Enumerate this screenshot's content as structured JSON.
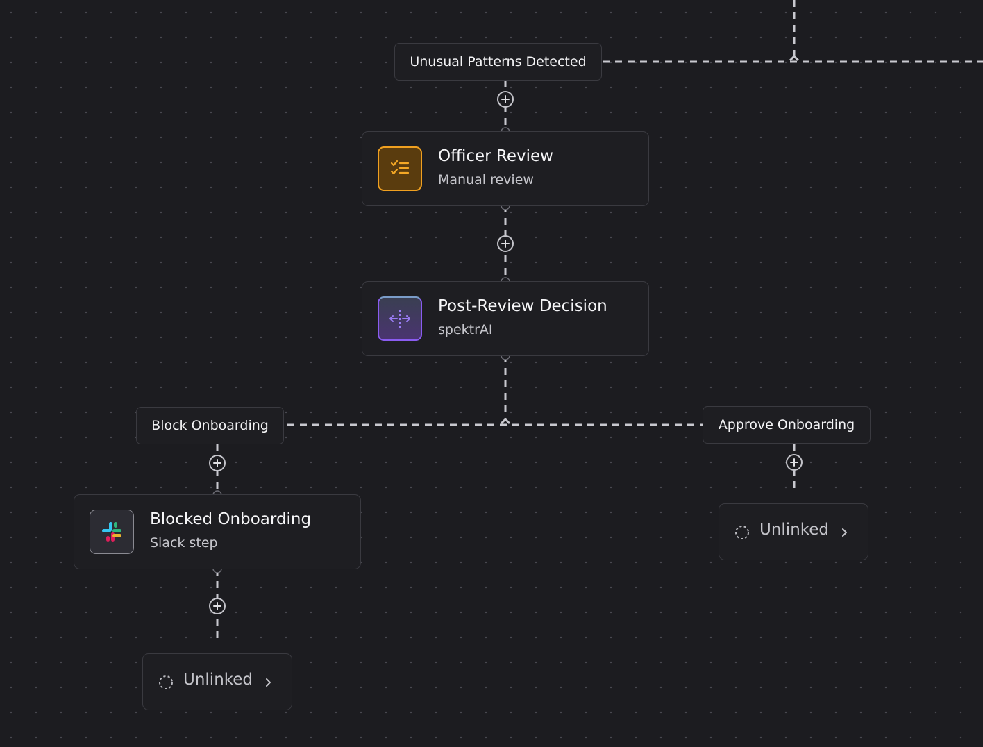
{
  "canvas": {
    "background": "#1c1c20",
    "edge_color": "#c9c9cf"
  },
  "conditions": {
    "unusual_patterns": "Unusual Patterns Detected",
    "block_onboarding": "Block Onboarding",
    "approve_onboarding": "Approve Onboarding"
  },
  "steps": {
    "officer_review": {
      "title": "Officer Review",
      "subtitle": "Manual review",
      "icon": "checklist-icon",
      "accent": "#f0a020"
    },
    "post_review": {
      "title": "Post-Review Decision",
      "subtitle": "spektrAI",
      "icon": "split-arrows-icon",
      "accent": "#8a5cf0"
    },
    "blocked_onboarding": {
      "title": "Blocked Onboarding",
      "subtitle": "Slack step",
      "icon": "slack-icon"
    }
  },
  "unlinked": {
    "left": {
      "label": "Unlinked"
    },
    "right": {
      "label": "Unlinked"
    }
  }
}
